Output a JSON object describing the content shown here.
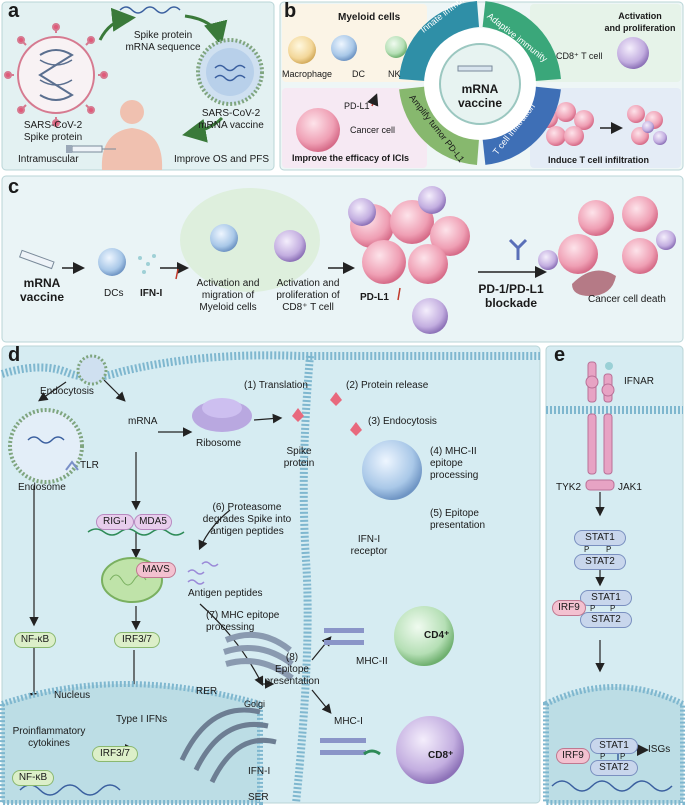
{
  "panels": {
    "a": "a",
    "b": "b",
    "c": "c",
    "d": "d",
    "e": "e"
  },
  "a": {
    "spike_mrna": "Spike protein\nmRNA sequence",
    "virus": "SARS-CoV-2\nSpike protein",
    "vaccine": "SARS-CoV-2\nmRNA vaccine",
    "intramuscular": "Intramuscular",
    "improve": "Improve OS and PFS"
  },
  "b": {
    "myeloid_title": "Myeloid cells",
    "macrophage": "Macrophage",
    "dc": "DC",
    "nk": "NK",
    "activation_title": "Activation\nand proliferation",
    "cd8": "CD8⁺ T cell",
    "pdl1": "PD-L1",
    "cancer_cell": "Cancer cell",
    "improve_ici": "Improve the efficacy of ICIs",
    "induce": "Induce T cell infiltration",
    "center": "mRNA\nvaccine",
    "ring_innate": "Innate immunity",
    "ring_adaptive": "Adaptive immunity",
    "ring_amplify": "Amplify tumor PD-L1",
    "ring_tcell": "T cell infiltration"
  },
  "c": {
    "vaccine": "mRNA\nvaccine",
    "dcs": "DCs",
    "ifn": "IFN-I",
    "activation_migration": "Activation and\nmigration of\nMyeloid cells",
    "activation_prolif": "Activation and\nproliferation of\nCD8⁺ T cell",
    "pdl1": "PD-L1",
    "blockade": "PD-1/PD-L1\nblockade",
    "death": "Cancer cell death"
  },
  "d": {
    "endocytosis": "Endocytosis",
    "mrna": "mRNA",
    "translation": "(1) Translation",
    "ribosome": "Ribosome",
    "spike_protein": "Spike\nprotein",
    "protein_release": "(2)  Protein release",
    "endocytosis3": "(3) Endocytosis",
    "mhc2_proc": "(4) MHC-II\nepitope\nprocessing",
    "epitope_pres5": "(5) Epitope\npresentation",
    "tlr": "TLR",
    "endosome": "Endosome",
    "rigi": "RIG-I",
    "mda5": "MDA5",
    "mavs": "MAVS",
    "proteasome": "(6) Proteasome\ndegrades Spike into\nantigen peptides",
    "ifn_receptor": "IFN-I\nreceptor",
    "antigen_peptides": "Antigen peptides",
    "mhc_proc7": "(7) MHC epitope\nprocessing",
    "nfkb": "NF-κB",
    "irf37": "IRF3/7",
    "epitope8": "(8)\nEpitope\npresentation",
    "mhc2": "MHC-II",
    "cd4": "CD4⁺",
    "nucleus": "Nucleus",
    "rer": "RER",
    "golgi": "Golgi",
    "type1": "Type I IFNs",
    "proinflam": "Proinflammatory\ncytokines",
    "irf37b": "IRF3/7",
    "nfkb2": "NF-κB",
    "mhc1": "MHC-I",
    "ifn_i": "IFN-I",
    "cd8": "CD8⁺",
    "ser": "SER"
  },
  "e": {
    "ifnar": "IFNAR",
    "tyk2": "TYK2",
    "jak1": "JAK1",
    "stat1": "STAT1",
    "stat2": "STAT2",
    "p": "P",
    "irf9": "IRF9",
    "isgs": "ISGs"
  }
}
